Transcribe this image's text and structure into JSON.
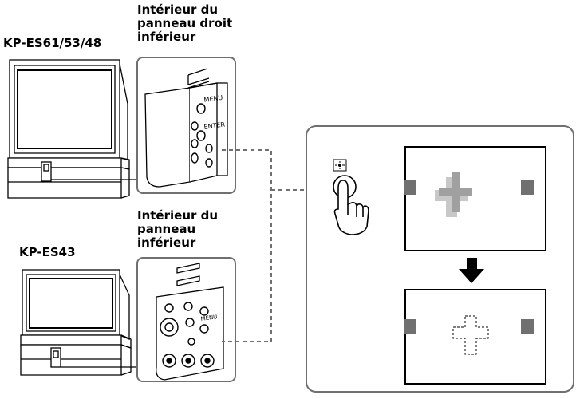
{
  "labels": {
    "model_top": "KP-ES61/53/48",
    "model_bottom": "KP-ES43",
    "panel_top_caption": "Intérieur du\npanneau droit\ninférieur",
    "panel_bottom_caption": "Intérieur du\npanneau\ninférieur",
    "panel_top_buttons": {
      "menu": "MENU",
      "enter": "ENTER"
    },
    "panel_bottom_buttons": {
      "menu": "MENU"
    }
  },
  "icons": {
    "convergence_button": "convergence-adjust-icon",
    "hand": "pointing-hand-icon",
    "arrow": "down-arrow-icon"
  },
  "colors": {
    "line": "#000000",
    "panel_border": "#707070",
    "dashed_leader": "#707070",
    "marker": "#707070",
    "cross_gray": "#a0a0a0",
    "cross_red": "#c8c8c8"
  }
}
